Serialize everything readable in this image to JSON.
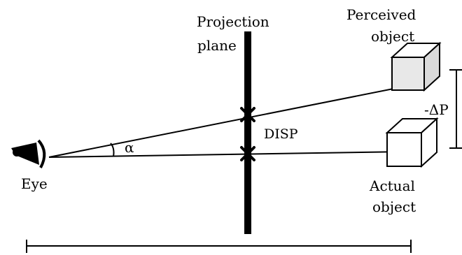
{
  "labels": {
    "projection_plane_line1": "Projection",
    "projection_plane_line2": "plane",
    "perceived_line1": "Perceived",
    "perceived_line2": "object",
    "actual_line1": "Actual",
    "actual_line2": "object",
    "eye": "Eye",
    "alpha": "α",
    "disp": "DISP",
    "delta_p": "-ΔP"
  },
  "colors": {
    "stroke": "#000000",
    "perceived_fill": "#e8e8e8",
    "actual_fill": "#ffffff"
  }
}
